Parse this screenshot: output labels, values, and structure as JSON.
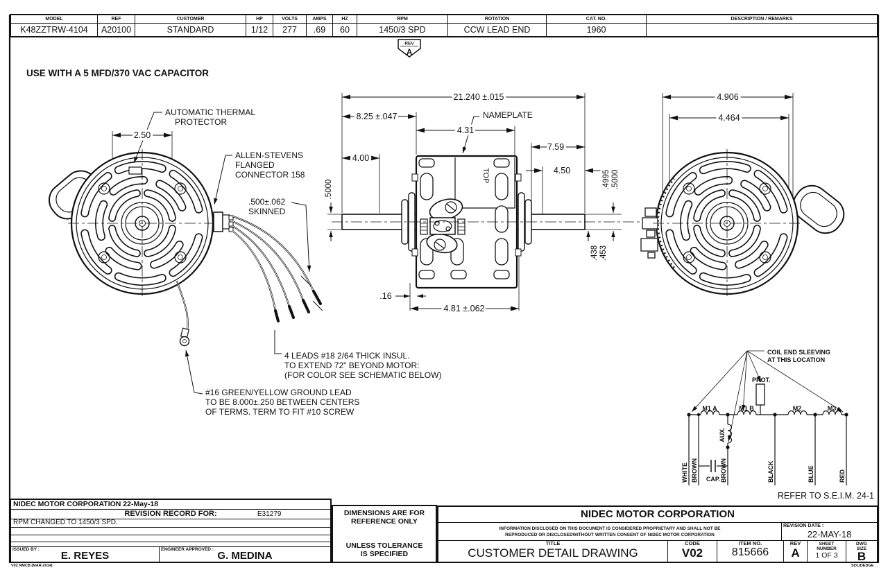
{
  "header": {
    "columns": [
      {
        "label": "MODEL",
        "value": "K48ZZTRW-4104"
      },
      {
        "label": "REF",
        "value": "A20100"
      },
      {
        "label": "CUSTOMER",
        "value": "STANDARD"
      },
      {
        "label": "HP",
        "value": "1/12"
      },
      {
        "label": "VOLTS",
        "value": "277"
      },
      {
        "label": "AMPS",
        "value": ".69"
      },
      {
        "label": "HZ",
        "value": "60"
      },
      {
        "label": "RPM",
        "value": "1450/3 SPD"
      },
      {
        "label": "ROTATION",
        "value": "CCW LEAD END"
      },
      {
        "label": "CAT. NO.",
        "value": "1960"
      },
      {
        "label": "DESCRIPTION / REMARKS",
        "value": ""
      }
    ]
  },
  "rev_flag": {
    "label": "REV",
    "value": "A"
  },
  "notes": {
    "capacitor": "USE WITH A 5 MFD/370 VAC CAPACITOR",
    "refer": "REFER TO S.E.I.M. 24-1"
  },
  "callouts": {
    "thermal": {
      "l1": "AUTOMATIC THERMAL",
      "l2": "PROTECTOR"
    },
    "connector": {
      "l1": "ALLEN-STEVENS",
      "l2": "FLANGED",
      "l3": "CONNECTOR 158"
    },
    "skinned": {
      "l1": ".500±.062",
      "l2": "SKINNED"
    },
    "leads": {
      "l1": "4 LEADS #18 2/64 THICK INSUL.",
      "l2": "TO EXTEND 72\" BEYOND MOTOR:",
      "l3": "(FOR COLOR SEE SCHEMATIC BELOW)"
    },
    "ground": {
      "l1": "#16 GREEN/YELLOW GROUND LEAD",
      "l2": "TO BE  8.000±.250 BETWEEN CENTERS",
      "l3": "OF TERMS. TERM TO FIT #10 SCREW"
    },
    "nameplate": "NAMEPLATE",
    "top": "TOP"
  },
  "dims": {
    "overall": "21.240 ±.015",
    "lead_end": "8.25 ±.047",
    "nameplate_w": "4.31",
    "opp_end": "7.59",
    "d400": "4.00",
    "d450": "4.50",
    "shaft_l": ".5000",
    "shaft_r1": ".4995",
    "shaft_r2": ".5000",
    "flat1": ".438",
    "flat2": ".453",
    "d016": ".16",
    "body": "4.81 ±.062",
    "rear_outer": "4.906",
    "rear_inner": "4.464",
    "front_w": "2.50"
  },
  "schematic": {
    "sleeving1": "COIL END SLEEVING",
    "sleeving2": "AT THIS LOCATION",
    "prot": "PROT.",
    "aux": "AUX.",
    "cap": "CAP.",
    "coil1": "M1 A",
    "coil2": "M1 B",
    "coil3": "M2",
    "coil4": "M3",
    "w1": "WHITE",
    "w2": "BROWN",
    "w3": "BROWN",
    "w4": "BLACK",
    "w5": "BLUE",
    "w6": "RED"
  },
  "title_block": {
    "corp": "NIDEC MOTOR CORPORATION",
    "corp_date": "22-May-18",
    "rev_record": "REVISION RECORD FOR:",
    "rev_record_no": "E31279",
    "rev_note": "RPM CHANGED TO 1450/3 SPD.",
    "issued_label": "ISSUED BY :",
    "issued": "E. REYES",
    "eng_label": "ENGINEER APPROVED :",
    "eng": "G. MEDINA",
    "form": "V02 NMCB (MAR-2014)",
    "ref_only1": "DIMENSIONS ARE FOR",
    "ref_only2": "REFERENCE ONLY",
    "tol1": "UNLESS TOLERANCE",
    "tol2": "IS SPECIFIED",
    "company": "NIDEC MOTOR CORPORATION",
    "prop1": "INFORMATION DISCLOSED ON THIS DOCUMENT IS CONSIDERED PROPRIETARY AND SHALL NOT BE",
    "prop2": "REPRODUCED OR DISCLOSEDWITHOUT WRITTEN CONSENT OF NIDEC MOTOR CORPORATION",
    "revdate_label": "REVISION DATE :",
    "revdate": "22-MAY-18",
    "title_label": "TITLE",
    "title": "CUSTOMER  DETAIL  DRAWING",
    "code_label": "CODE",
    "code": "V02",
    "item_label": "ITEM NO.",
    "item": "815666",
    "rev_label": "REV",
    "rev": "A",
    "sheet_label1": "SHEET",
    "sheet_label2": "NUMBER",
    "sheet": "1  OF  3",
    "size_label1": "DWG",
    "size_label2": "SIZE",
    "size": "B",
    "cad": "SOLIDEDGE"
  }
}
